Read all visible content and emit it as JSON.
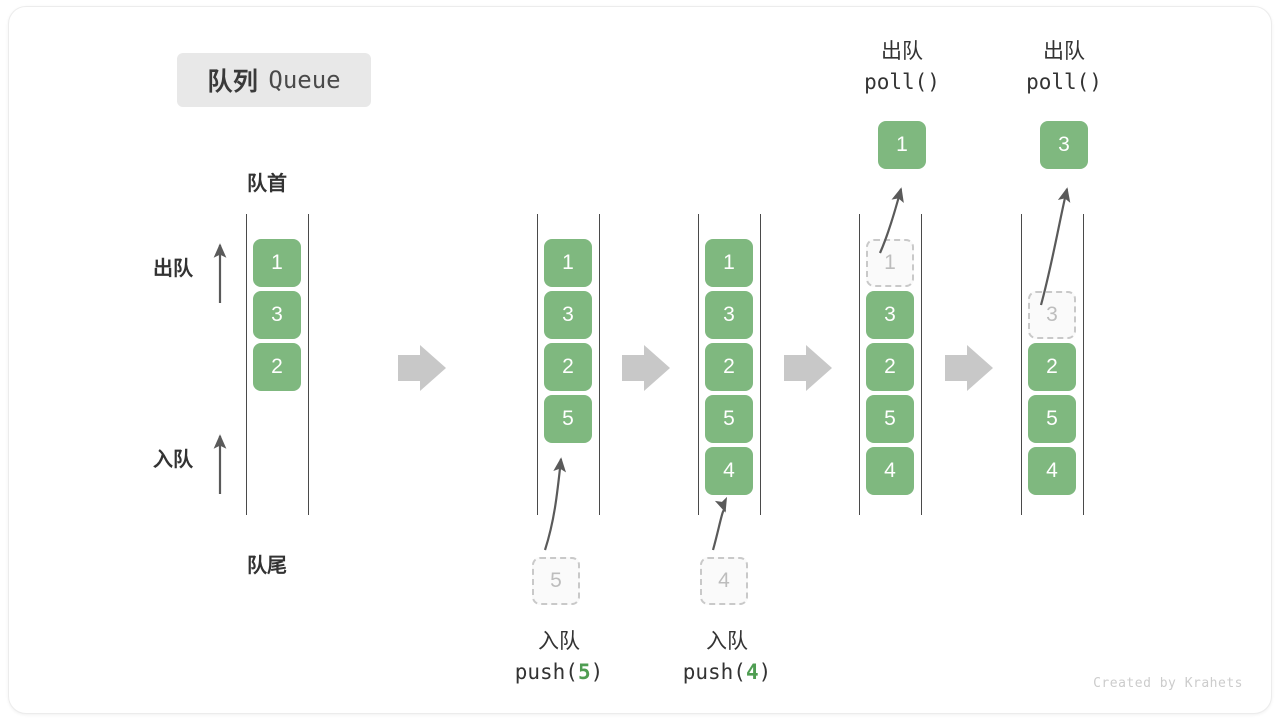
{
  "title": {
    "cn": "队列",
    "en": "Queue"
  },
  "labels": {
    "front": "队首",
    "rear": "队尾",
    "dequeue": "出队",
    "enqueue": "入队"
  },
  "colors": {
    "element": "#7fb87f",
    "ghost_fill": "#fafafa",
    "ghost_border": "#c9c9c9",
    "rail": "#4a4a4a",
    "arrow": "#5a5a5a",
    "step_arrow": "#c8c8c8",
    "badge_bg": "#e8e8e8",
    "accent_number": "#4f9d52"
  },
  "stages": [
    {
      "name": "initial",
      "cells": [
        {
          "value": "1",
          "state": "filled"
        },
        {
          "value": "3",
          "state": "filled"
        },
        {
          "value": "2",
          "state": "filled"
        }
      ]
    },
    {
      "name": "after-push-5",
      "cells": [
        {
          "value": "1",
          "state": "filled"
        },
        {
          "value": "3",
          "state": "filled"
        },
        {
          "value": "2",
          "state": "filled"
        },
        {
          "value": "5",
          "state": "filled"
        }
      ],
      "incoming": {
        "value": "5"
      },
      "op": {
        "cn": "入队",
        "fn": "push(",
        "arg": "5",
        "fn_end": ")"
      }
    },
    {
      "name": "after-push-4",
      "cells": [
        {
          "value": "1",
          "state": "filled"
        },
        {
          "value": "3",
          "state": "filled"
        },
        {
          "value": "2",
          "state": "filled"
        },
        {
          "value": "5",
          "state": "filled"
        },
        {
          "value": "4",
          "state": "filled"
        }
      ],
      "incoming": {
        "value": "4"
      },
      "op": {
        "cn": "入队",
        "fn": "push(",
        "arg": "4",
        "fn_end": ")"
      }
    },
    {
      "name": "poll-1",
      "cells": [
        {
          "value": "1",
          "state": "ghost"
        },
        {
          "value": "3",
          "state": "filled"
        },
        {
          "value": "2",
          "state": "filled"
        },
        {
          "value": "5",
          "state": "filled"
        },
        {
          "value": "4",
          "state": "filled"
        }
      ],
      "popped": {
        "value": "1"
      },
      "op": {
        "cn": "出队",
        "fn": "poll()"
      }
    },
    {
      "name": "poll-3",
      "cells": [
        {
          "value": "",
          "state": "empty"
        },
        {
          "value": "3",
          "state": "ghost"
        },
        {
          "value": "2",
          "state": "filled"
        },
        {
          "value": "5",
          "state": "filled"
        },
        {
          "value": "4",
          "state": "filled"
        }
      ],
      "popped": {
        "value": "3"
      },
      "op": {
        "cn": "出队",
        "fn": "poll()"
      }
    }
  ],
  "credit": "Created by Krahets"
}
